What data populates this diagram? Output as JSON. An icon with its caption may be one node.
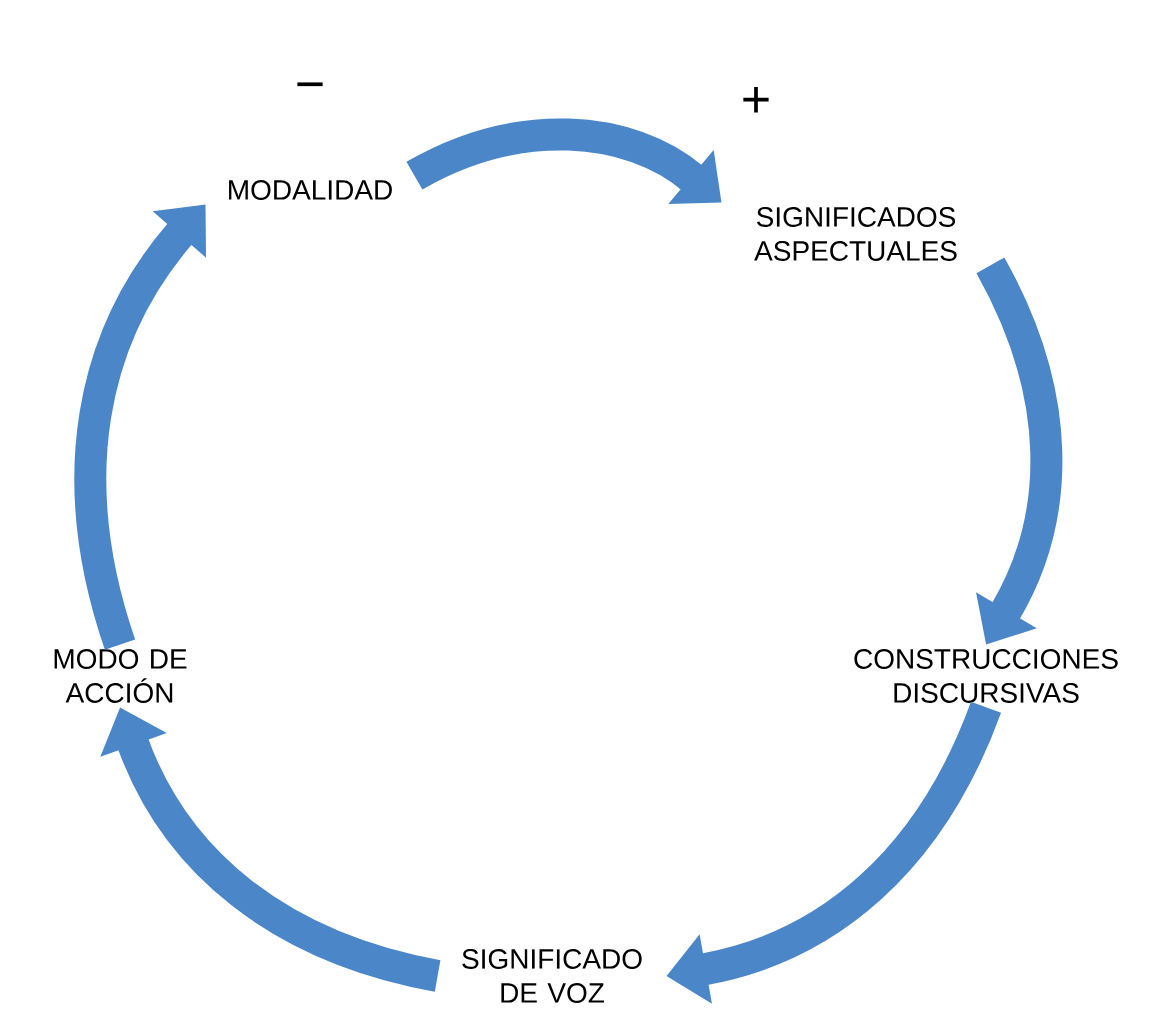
{
  "diagram": {
    "nodes": [
      {
        "text": [
          "MODALIDAD"
        ]
      },
      {
        "text": [
          "SIGNIFICADOS ASPECTUALES"
        ]
      },
      {
        "text": [
          "CONSTRUCCIONES DISCURSIVAS"
        ]
      },
      {
        "text": [
          "SIGNIFICADO DE VOZ"
        ]
      },
      {
        "text": [
          "MODO DE ACCIÓN"
        ]
      }
    ],
    "edges": [
      {
        "from": 0,
        "to": 1,
        "arrow": "to"
      },
      {
        "from": 1,
        "to": 2,
        "arrow": "to"
      },
      {
        "from": 2,
        "to": 3,
        "arrow": "to"
      },
      {
        "from": 3,
        "to": 4,
        "arrow": "to"
      },
      {
        "from": 4,
        "to": 0,
        "arrow": "to"
      }
    ],
    "labels": [
      "−",
      "+"
    ]
  }
}
